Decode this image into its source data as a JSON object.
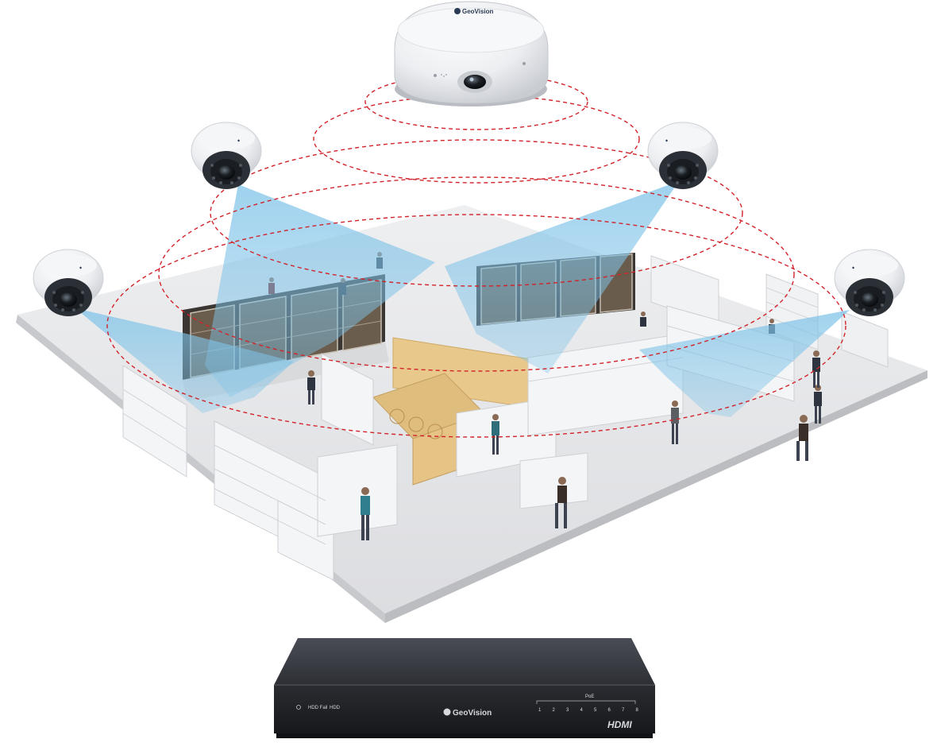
{
  "colors": {
    "coverage_ring": "#d2232a",
    "fov_beam": "#7fc3e8",
    "floor": "#e9eaec",
    "shelf": "#f3f3f3",
    "wood": "#e8c98a",
    "nvr_body": "#2f3138"
  },
  "fisheye_camera": {
    "brand": "GeoVision"
  },
  "nvr": {
    "brand": "GeoVision",
    "hdd_fail_label": "HDD Fail",
    "hdd_label": "HDD",
    "poe_label": "PoE",
    "ports": [
      "1",
      "2",
      "3",
      "4",
      "5",
      "6",
      "7",
      "8"
    ],
    "hdmi_label": "HDMI"
  }
}
